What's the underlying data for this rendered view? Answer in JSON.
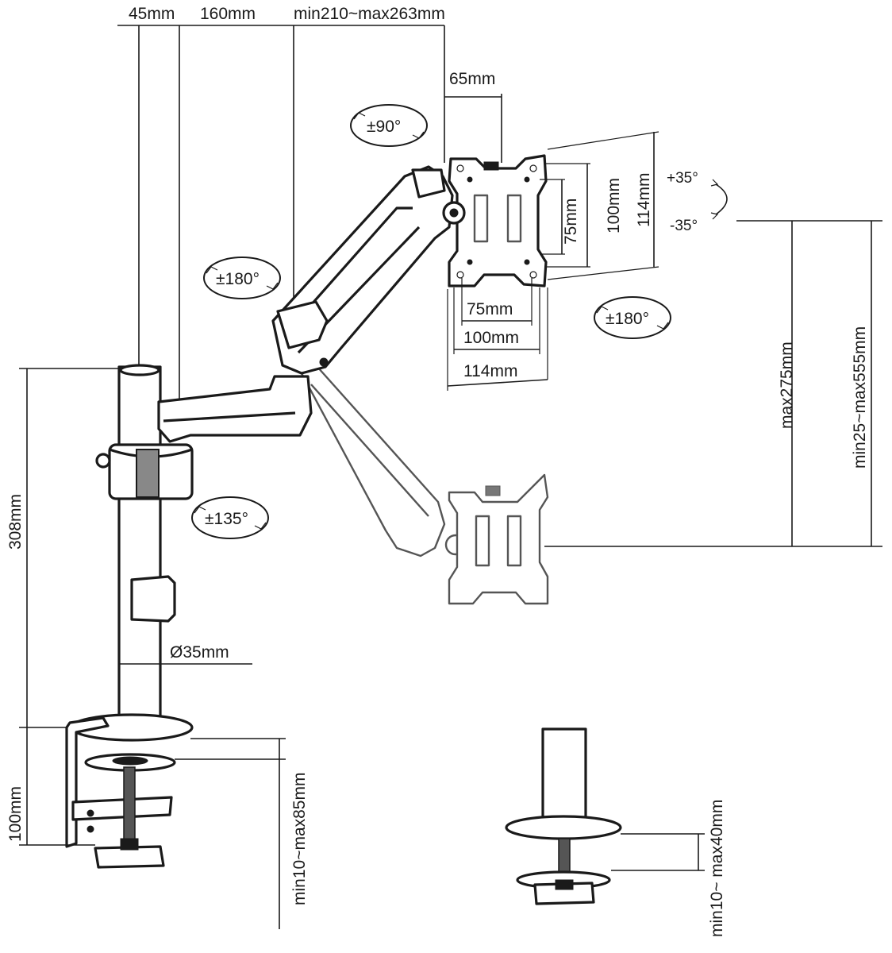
{
  "labels": {
    "top_45": "45mm",
    "top_160": "160mm",
    "top_reach": "min210~max263mm",
    "plate_offset": "65mm",
    "vesa_h_75": "75mm",
    "vesa_h_100": "100mm",
    "vesa_h_114": "114mm",
    "vesa_w_75": "75mm",
    "vesa_w_100": "100mm",
    "vesa_w_114": "114mm",
    "tilt_up": "+35°",
    "tilt_down": "-35°",
    "max_lift": "max275mm",
    "height_range": "min25~max555mm",
    "pole_height": "308mm",
    "pole_diameter": "Ø35mm",
    "clamp_height": "100mm",
    "clamp_desk": "min10~max85mm",
    "grommet_desk": "min10~ max40mm"
  },
  "rotations": {
    "plate_rotate": "±90°",
    "elbow_rotate": "±180°",
    "swivel_rotate": "±180°",
    "base_rotate": "±135°"
  }
}
